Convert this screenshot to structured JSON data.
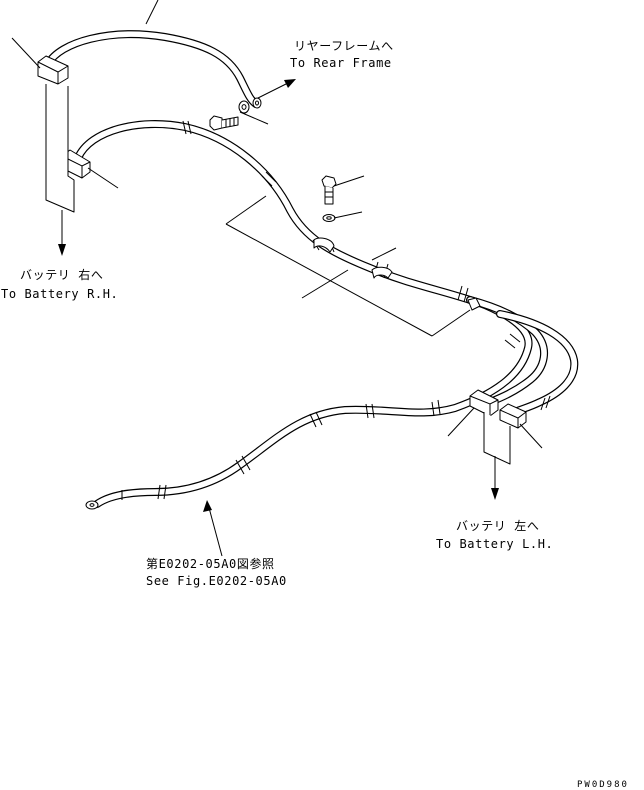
{
  "labels": {
    "rear_frame_jp": "リヤーフレームへ",
    "rear_frame_en": "To Rear Frame",
    "battery_rh_jp": "バッテリ 右へ",
    "battery_rh_en": "To Battery R.H.",
    "battery_lh_jp": "バッテリ 左へ",
    "battery_lh_en": "To Battery L.H.",
    "ref_jp": "第E0202-05A0図参照",
    "ref_en": "See Fig.E0202-05A0"
  },
  "drawing_code": "PW0D980"
}
